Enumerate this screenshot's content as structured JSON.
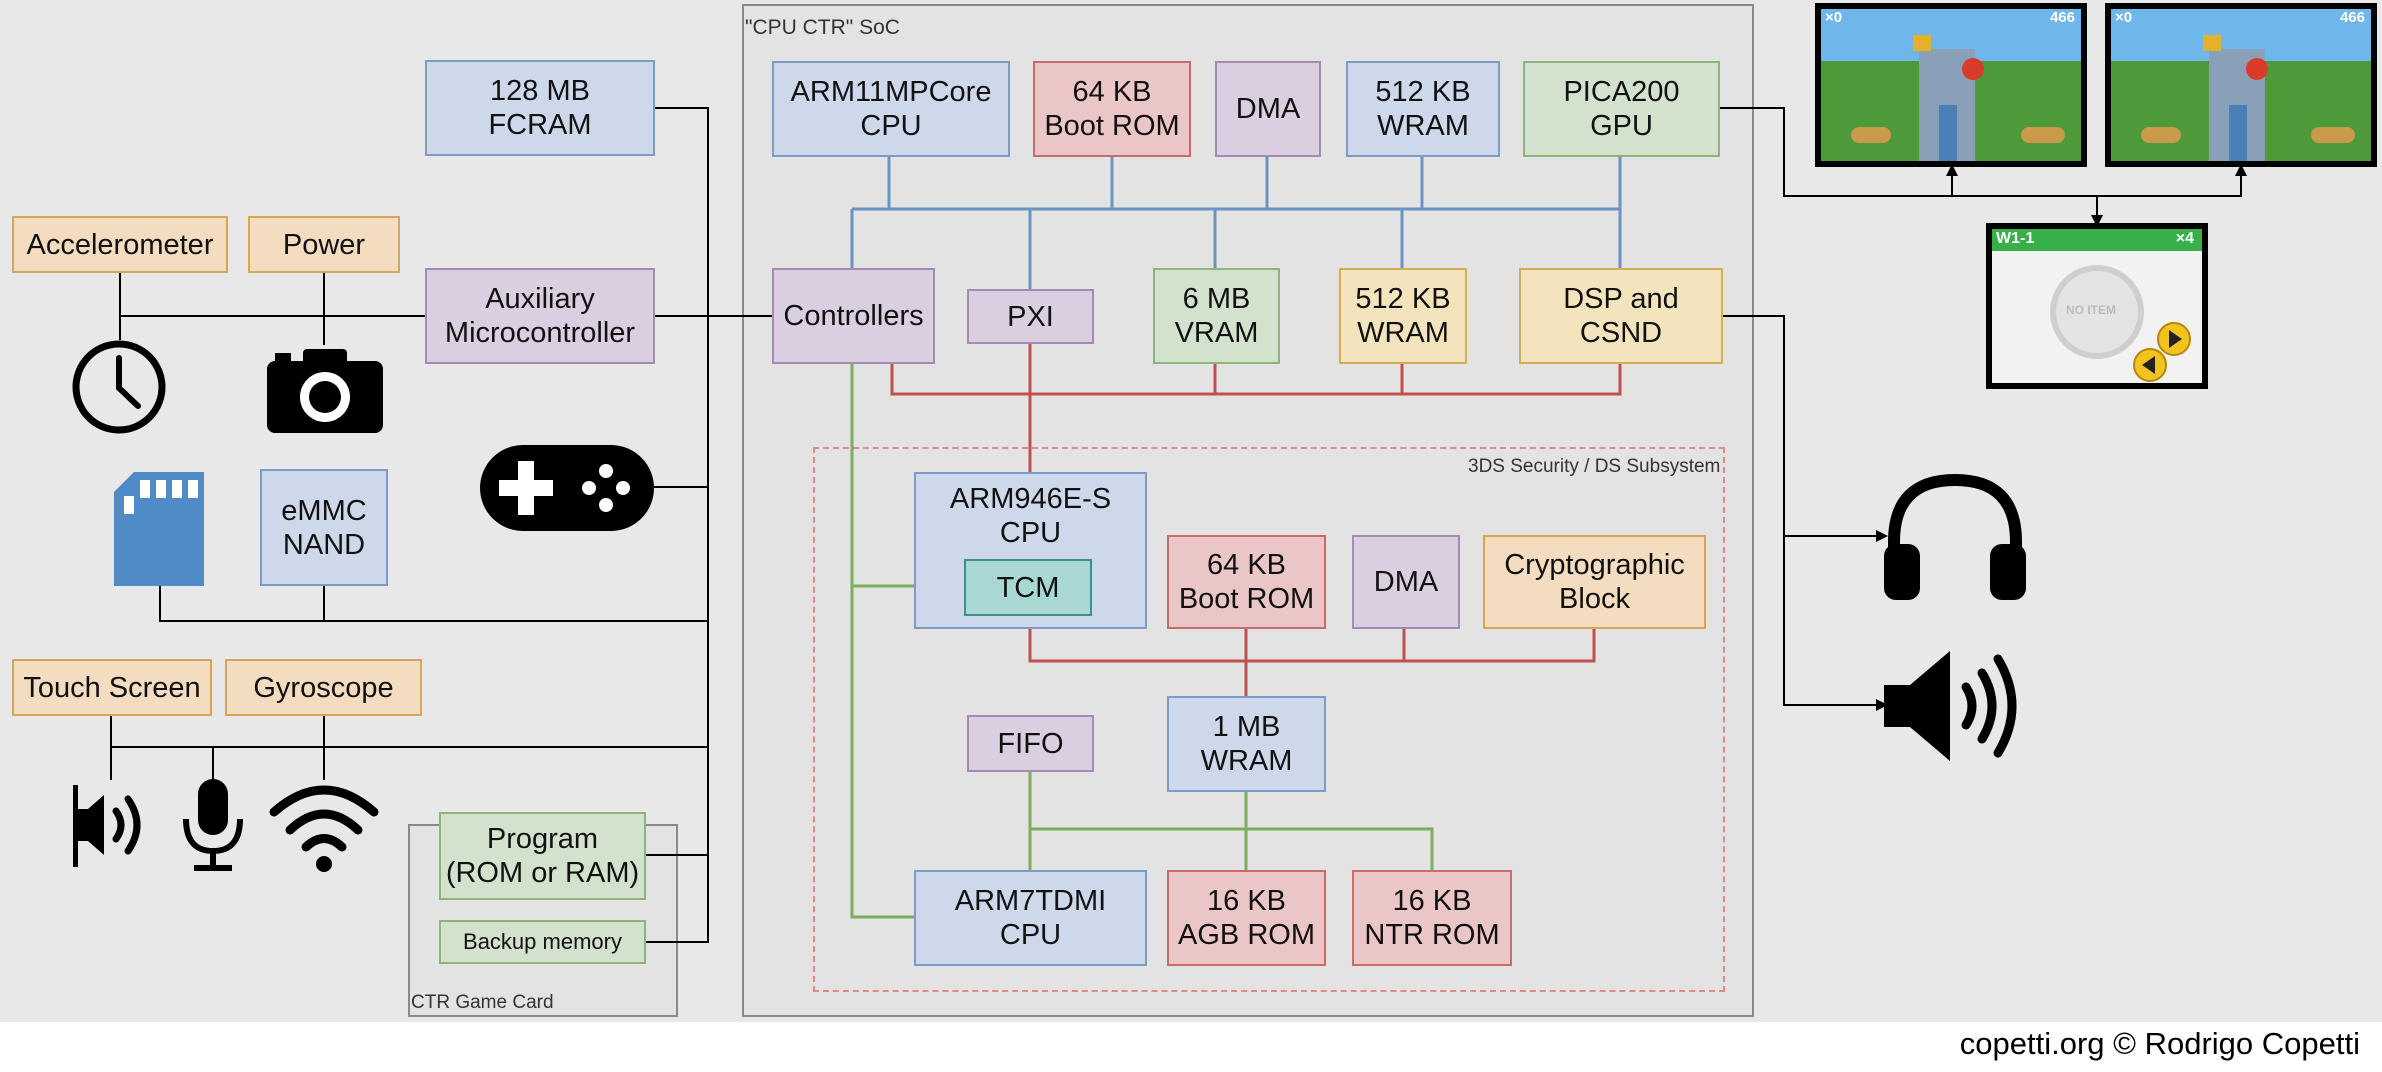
{
  "soc": {
    "title": "\"CPU CTR\" SoC"
  },
  "security": {
    "title": "3DS Security / DS Subsystem"
  },
  "game_card": {
    "title": "CTR Game Card",
    "program": "Program\n(ROM or RAM)",
    "backup": "Backup memory"
  },
  "external": {
    "fcram": "128 MB\nFCRAM",
    "accelerometer": "Accelerometer",
    "power": "Power",
    "aux_mcu": "Auxiliary\nMicrocontroller",
    "emmc": "eMMC\nNAND",
    "touch": "Touch Screen",
    "gyro": "Gyroscope"
  },
  "arm11_domain": {
    "arm11": "ARM11MPCore\nCPU",
    "bootrom": "64 KB\nBoot ROM",
    "dma": "DMA",
    "wram": "512 KB\nWRAM",
    "gpu": "PICA200\nGPU",
    "controllers": "Controllers",
    "pxi": "PXI",
    "vram": "6 MB\nVRAM",
    "wram2": "512 KB\nWRAM",
    "dsp": "DSP and\nCSND"
  },
  "arm9_domain": {
    "arm9": "ARM946E-S\nCPU",
    "tcm": "TCM",
    "bootrom": "64 KB\nBoot ROM",
    "dma": "DMA",
    "crypto": "Cryptographic\nBlock",
    "fifo": "FIFO",
    "wram": "1 MB\nWRAM",
    "arm7": "ARM7TDMI\nCPU",
    "agb": "16 KB\nAGB ROM",
    "ntr": "16 KB\nNTR ROM"
  },
  "screens": {
    "top_left": {
      "coins": "×0",
      "time": "466"
    },
    "top_right": {
      "coins": "×0",
      "time": "466"
    },
    "bottom": {
      "world": "W1-1",
      "lives": "×4",
      "item": "NO ITEM"
    }
  },
  "icons": [
    "clock-icon",
    "camera-icon",
    "sd-card-icon",
    "gamepad-icon",
    "speaker-small-icon",
    "microphone-icon",
    "wifi-icon",
    "headphones-icon",
    "speaker-icon"
  ],
  "colors": {
    "bus_blue": "#6b93c2",
    "bus_red": "#c0504d",
    "bus_green": "#7cae5c",
    "wire_black": "#000000"
  },
  "footer": "copetti.org © Rodrigo Copetti"
}
